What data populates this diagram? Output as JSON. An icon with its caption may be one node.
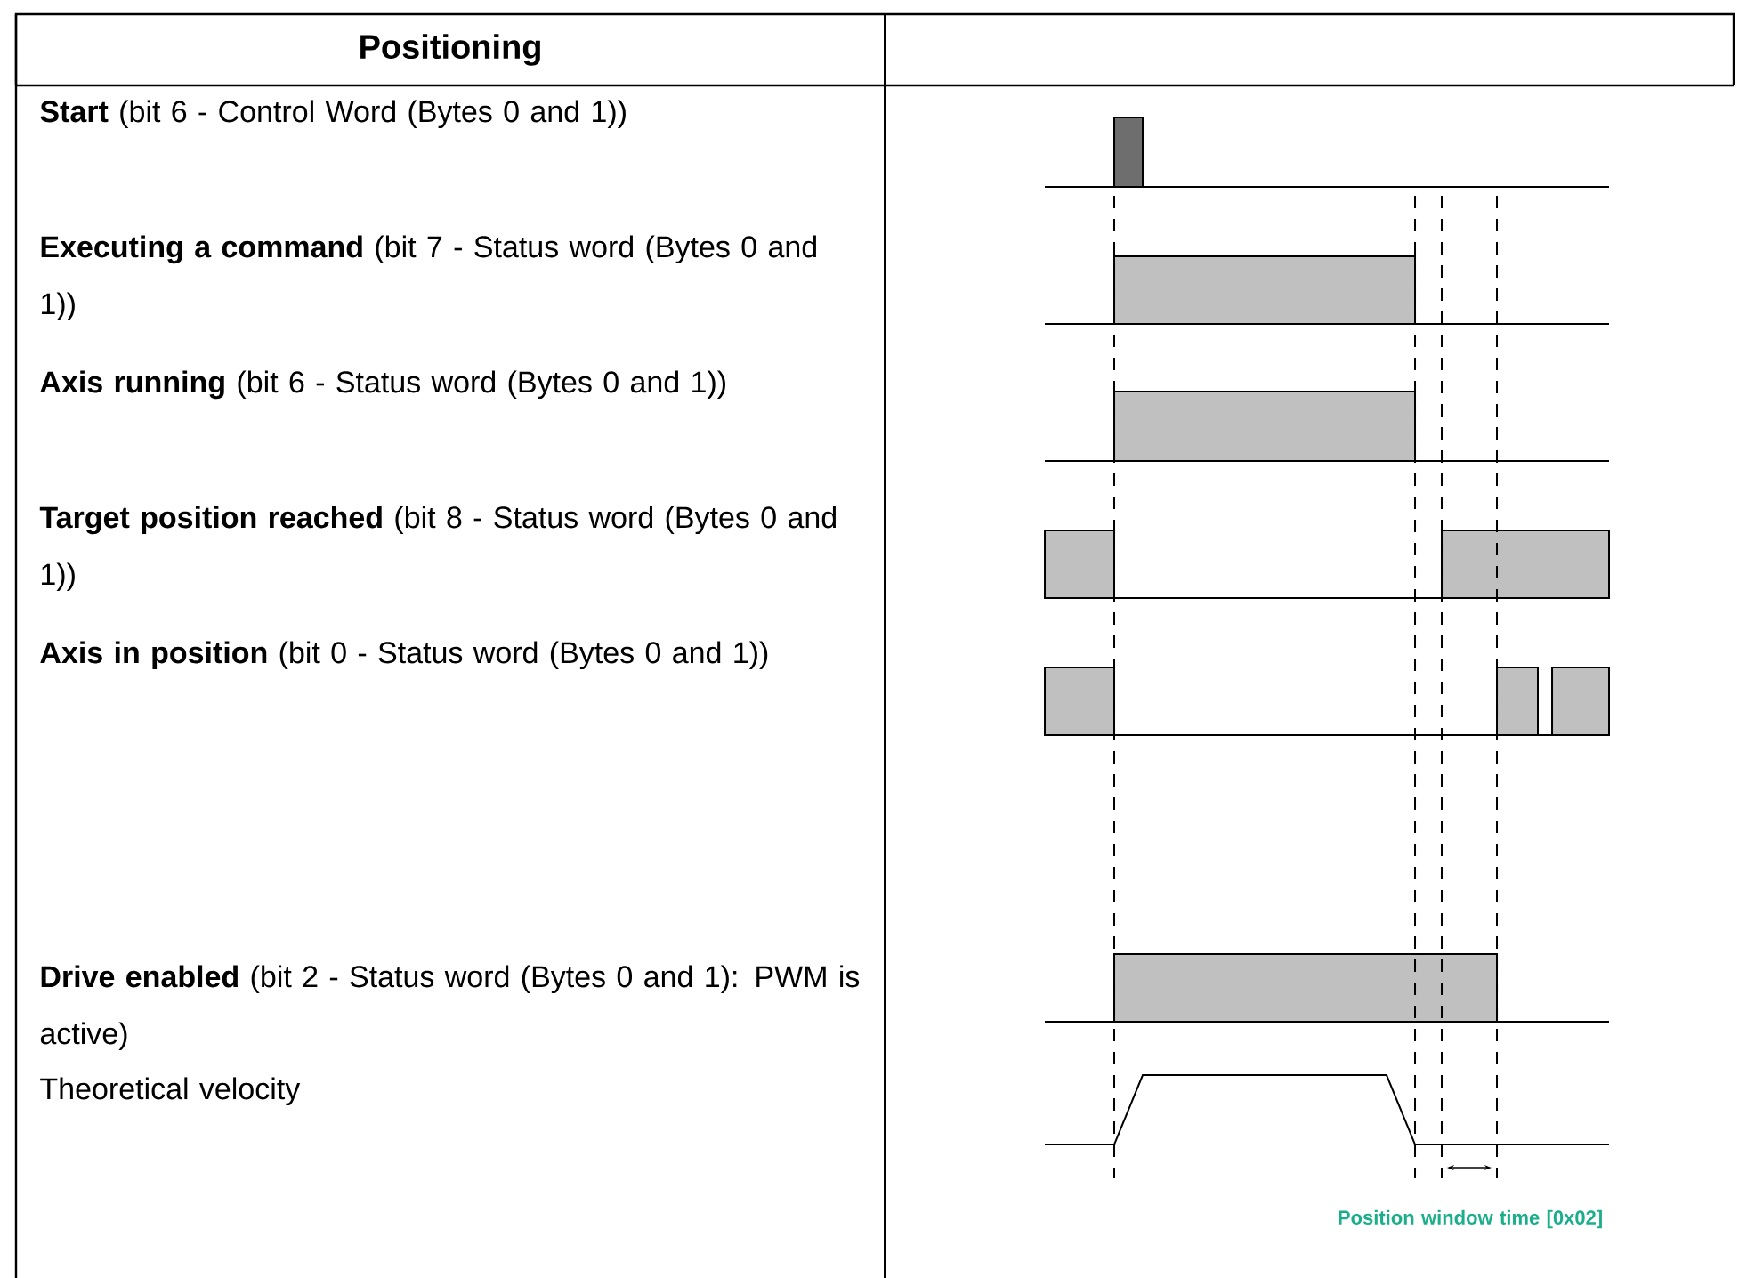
{
  "diagram": {
    "labels": [
      "Positioning",
      "**Start** (bit 6 - Control Word (Bytes 0 and 1))",
      "**Executing a command** (bit 7 - Status word (Bytes 0 and 1))",
      "**Axis running** (bit 6 - Status word (Bytes 0 and 1))",
      "**Target position reached** (bit 8 - Status word (Bytes 0 and 1))",
      "**Axis in position** (bit 0 - Status word (Bytes 0 and 1))",
      "**Drive enabled** (bit 2 - Status word (Bytes 0 and 1): PWM is active)",
      "Theoretical velocity",
      "Position window time [0x02]"
    ]
  }
}
